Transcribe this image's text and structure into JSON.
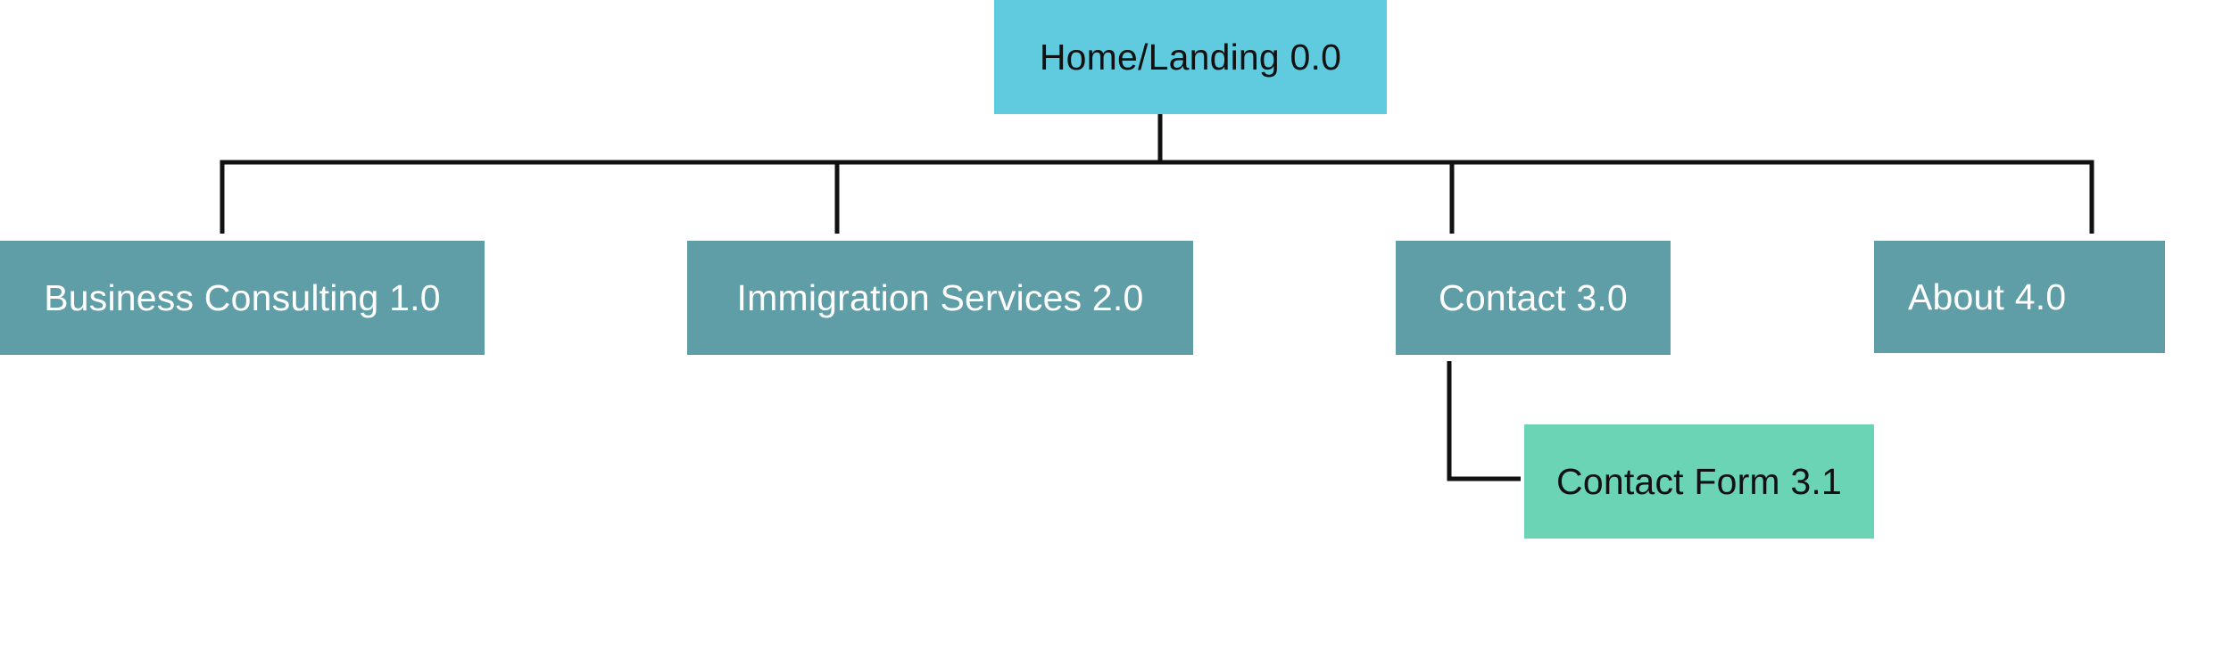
{
  "sitemap": {
    "root": {
      "label": "Home/Landing 0.0",
      "color": "#60cadf"
    },
    "sections": [
      {
        "label": "Business Consulting 1.0",
        "color": "#5f9da7"
      },
      {
        "label": "Immigration Services 2.0",
        "color": "#5f9da7"
      },
      {
        "label": "Contact 3.0",
        "color": "#5f9da7"
      },
      {
        "label": "About 4.0",
        "color": "#5f9da7"
      }
    ],
    "subpages": [
      {
        "label": "Contact Form 3.1",
        "parent": "Contact 3.0",
        "color": "#6ad4b4"
      }
    ]
  }
}
